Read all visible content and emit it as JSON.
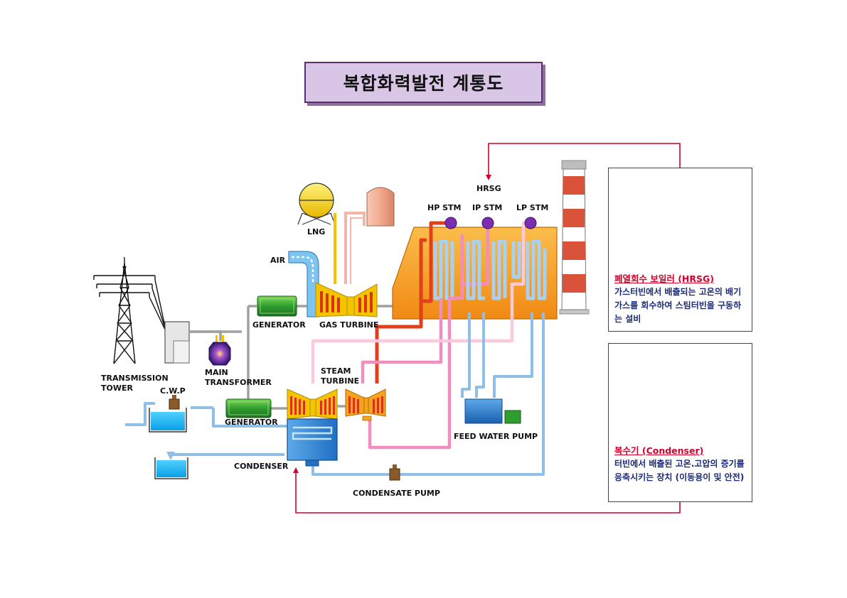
{
  "title": "복합화력발전 계통도",
  "labels": {
    "hrsg": "HRSG",
    "hp_stm": "HP STM",
    "ip_stm": "IP STM",
    "lp_stm": "LP STM",
    "lng": "LNG",
    "air": "AIR",
    "generator_top": "GENERATOR",
    "gas_turbine": "GAS TURBINE",
    "transmission_tower": "TRANSMISSION\nTOWER",
    "main_transformer": "MAIN\nTRANSFORMER",
    "steam_turbine": "STEAM\nTURBINE",
    "cwp": "C.W.P",
    "generator_bottom": "GENERATOR",
    "condenser": "CONDENSER",
    "feed_water_pump": "FEED WATER PUMP",
    "condensate_pump": "CONDENSATE PUMP"
  },
  "cards": [
    {
      "title": "폐열회수 보일러 (HRSG)",
      "description": "가스터빈에서 배출되는 고온의 배기가스를 회수하여 스팀터빈을 구동하는 설비"
    },
    {
      "title": "복수기 (Condenser)",
      "description": "터빈에서 배출된 고온.고압의 증기를 응축시키는 장치 (이동용이 및 안전)"
    }
  ],
  "colors": {
    "title_bg": "#d9c6e6",
    "hp_pipe": "#e2401b",
    "ip_pipe": "#f08fbf",
    "lp_pipe": "#fbc9dd",
    "water_pipe": "#8fbfe6",
    "hrsg_body": "#f6a02a",
    "turbine": "#f5c400",
    "generator": "#2f9e2f",
    "callout_line": "#d4002a",
    "card_title": "#d4002a",
    "card_text": "#1a2a7a"
  }
}
